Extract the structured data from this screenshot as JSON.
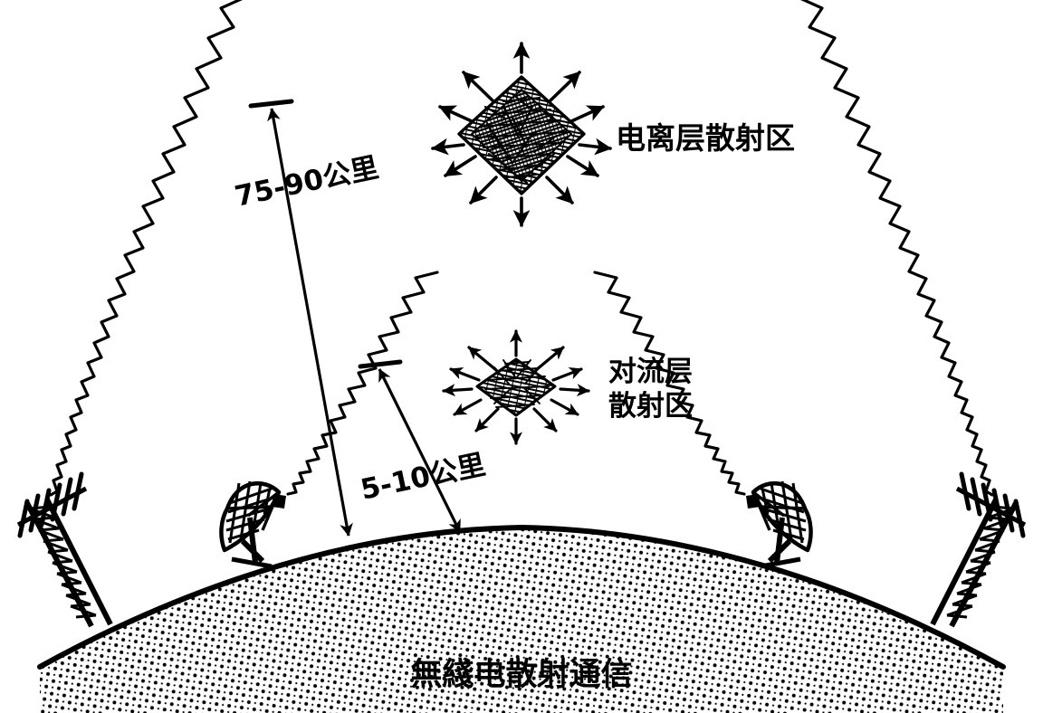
{
  "figure": {
    "caption": "無綫电散射通信",
    "background_color": "#ffffff",
    "ink_color": "#000000"
  },
  "labels": {
    "ionospheric_zone": "电离层散射区",
    "tropospheric_zone_line1": "对流层",
    "tropospheric_zone_line2": "散射区"
  },
  "dimensions": {
    "ionospheric_height": "75-90公里",
    "tropospheric_height": "5-10公里"
  },
  "chart_data": {
    "type": "diagram",
    "title": "無綫电散射通信",
    "annotations": [
      "电离层散射区",
      "对流层",
      "散射区",
      "75-90公里",
      "5-10公里"
    ],
    "elements": [
      "earth-curve",
      "ionospheric-scatter-volume",
      "tropospheric-scatter-volume",
      "left-yagi-tower",
      "right-yagi-tower",
      "left-parabolic-dish",
      "right-parabolic-dish",
      "radio-wave-paths"
    ]
  }
}
